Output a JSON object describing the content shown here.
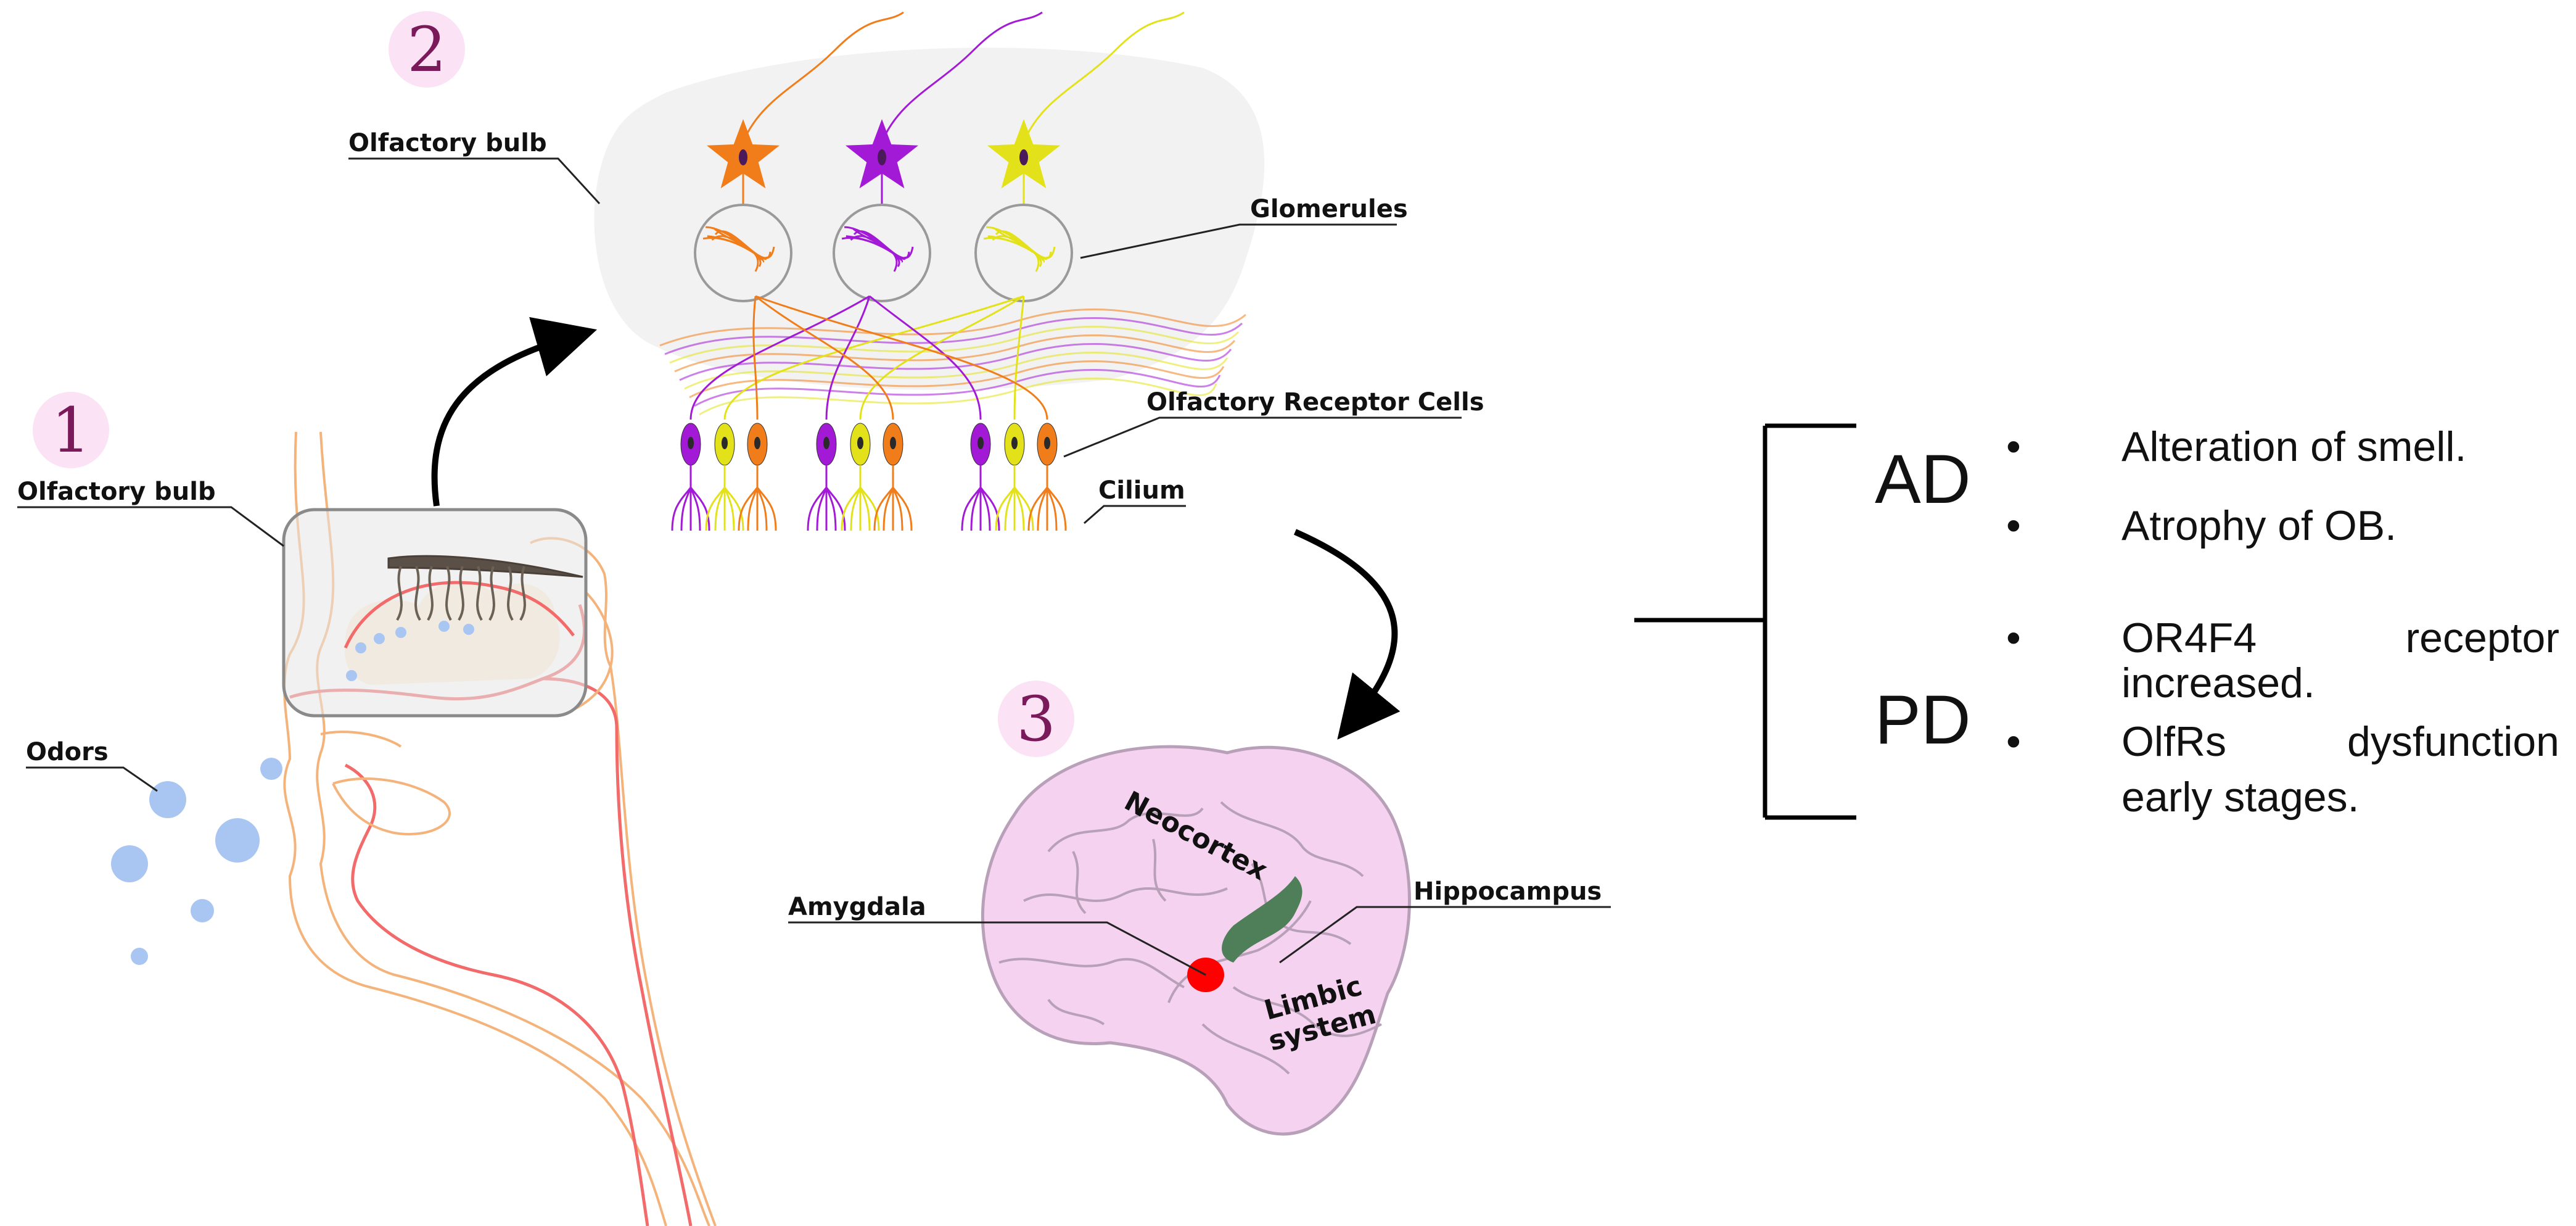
{
  "panels": {
    "step1": {
      "number": "1",
      "label_bulb": "Olfactory bulb",
      "label_odors": "Odors"
    },
    "step2": {
      "number": "2",
      "label_bulb": "Olfactory bulb",
      "label_glomerules": "Glomerules",
      "label_receptor_cells": "Olfactory Receptor Cells",
      "label_cilium": "Cilium"
    },
    "step3": {
      "number": "3",
      "label_amygdala": "Amygdala",
      "label_hippocampus": "Hippocampus",
      "label_neocortex": "Neocortex",
      "label_limbic_1": "Limbic",
      "label_limbic_2": "system"
    }
  },
  "summary": {
    "ad": {
      "label": "AD",
      "points": [
        "Alteration of smell.",
        "Atrophy of OB."
      ]
    },
    "pd": {
      "label": "PD",
      "point1_line1_left": "OR4F4",
      "point1_line1_right": "receptor",
      "point1_line2": "increased.",
      "point2_line1_left": "OlfRs",
      "point2_line1_right": "dysfunction",
      "point2_line2": "early stages."
    },
    "bullet_char": "•"
  },
  "colors": {
    "neuron_orange": "#f07d1a",
    "neuron_purple": "#a31ad6",
    "neuron_yellow": "#e3e21a",
    "brain_fill": "#f5d3f0",
    "amygdala": "#ff0000",
    "hippocampus": "#4f7f58",
    "odor_dots": "#a9c6f2",
    "number_badge": "#fbe2f5"
  }
}
